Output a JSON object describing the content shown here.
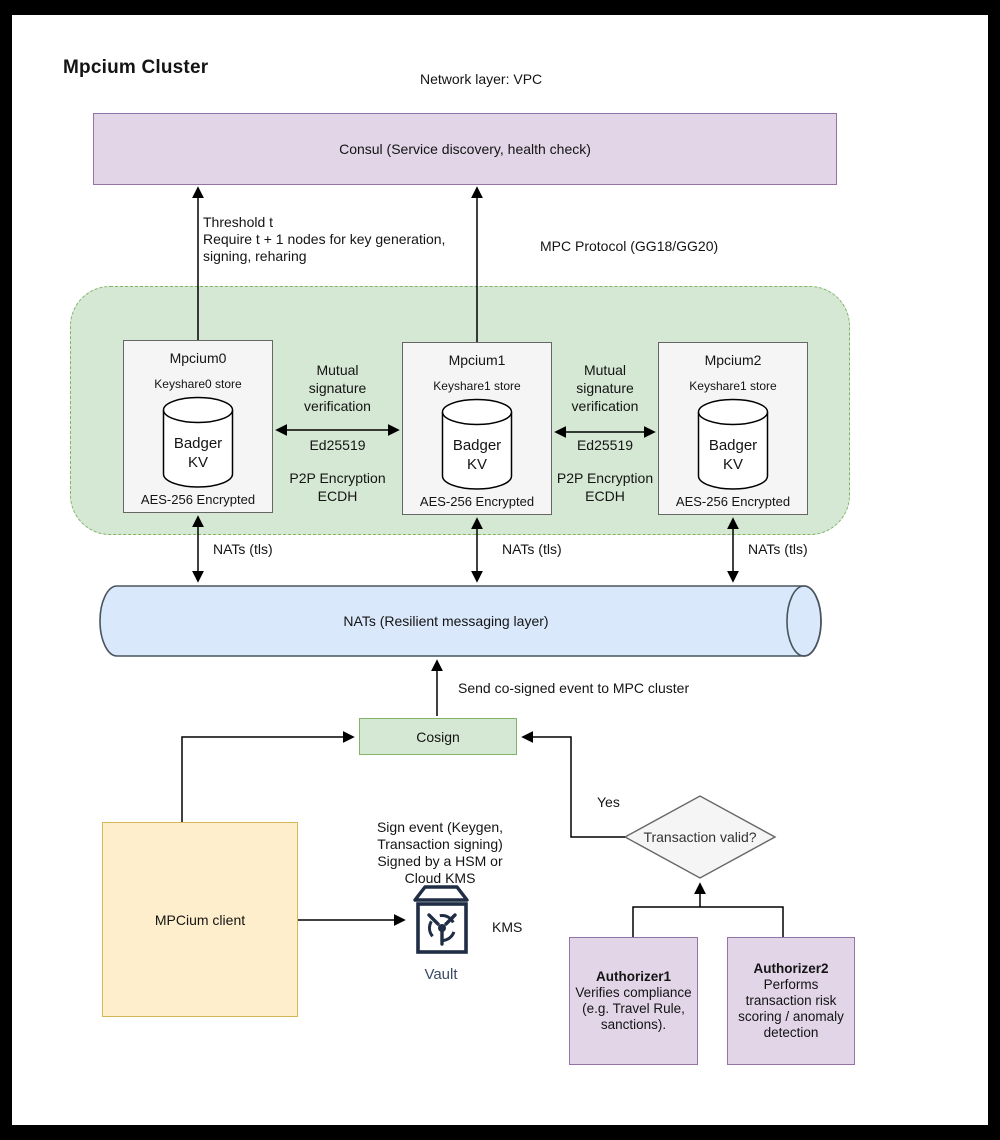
{
  "title": "Mpcium Cluster",
  "network_label": "Network layer: VPC",
  "consul": {
    "label": "Consul (Service discovery, health check)"
  },
  "labels": {
    "threshold": "Threshold t\nRequire t + 1  nodes for key generation,\nsigning, reharing",
    "mpc_protocol": "MPC Protocol (GG18/GG20)",
    "nats_tls": "NATs (tls)",
    "send_cosigned": "Send co-signed event to MPC cluster",
    "yes": "Yes",
    "sign_event": "Sign event (Keygen,\nTransaction signing)\nSigned by a HSM or\nCloud KMS",
    "kms": "KMS",
    "vault": "Vault"
  },
  "cluster": {
    "nodes": [
      {
        "name": "Mpcium0",
        "keyshare": "Keyshare0 store",
        "db": "Badger\nKV",
        "encryption": "AES-256 Encrypted"
      },
      {
        "name": "Mpcium1",
        "keyshare": "Keyshare1 store",
        "db": "Badger\nKV",
        "encryption": "AES-256 Encrypted"
      },
      {
        "name": "Mpcium2",
        "keyshare": "Keyshare1 store",
        "db": "Badger\nKV",
        "encryption": "AES-256 Encrypted"
      }
    ],
    "link_labels": {
      "mutual": "Mutual\nsignature\nverification",
      "ed25519": "Ed25519",
      "p2p": "P2P Encryption\nECDH"
    }
  },
  "nats_bus": {
    "label": "NATs (Resilient messaging layer)"
  },
  "cosign": {
    "label": "Cosign"
  },
  "client": {
    "label": "MPCium client"
  },
  "decision": {
    "label": "Transaction valid?"
  },
  "authorizers": [
    {
      "name": "Authorizer1",
      "description": "Verifies compliance (e.g. Travel Rule, sanctions)."
    },
    {
      "name": "Authorizer2",
      "description": "Performs transaction risk scoring / anomaly detection"
    }
  ],
  "colors": {
    "purple_fill": "#e1d5e7",
    "purple_stroke": "#9673a6",
    "green_fill": "#d5e8d4",
    "green_stroke": "#82b366",
    "blue_fill": "#dae8fc",
    "blue_stroke": "#4a545e",
    "yellow_fill": "#ffeecb",
    "yellow_stroke": "#d6b656",
    "gray_fill": "#f5f5f5",
    "gray_stroke": "#666666",
    "vault_navy": "#1f2d45",
    "line": "#000000"
  }
}
